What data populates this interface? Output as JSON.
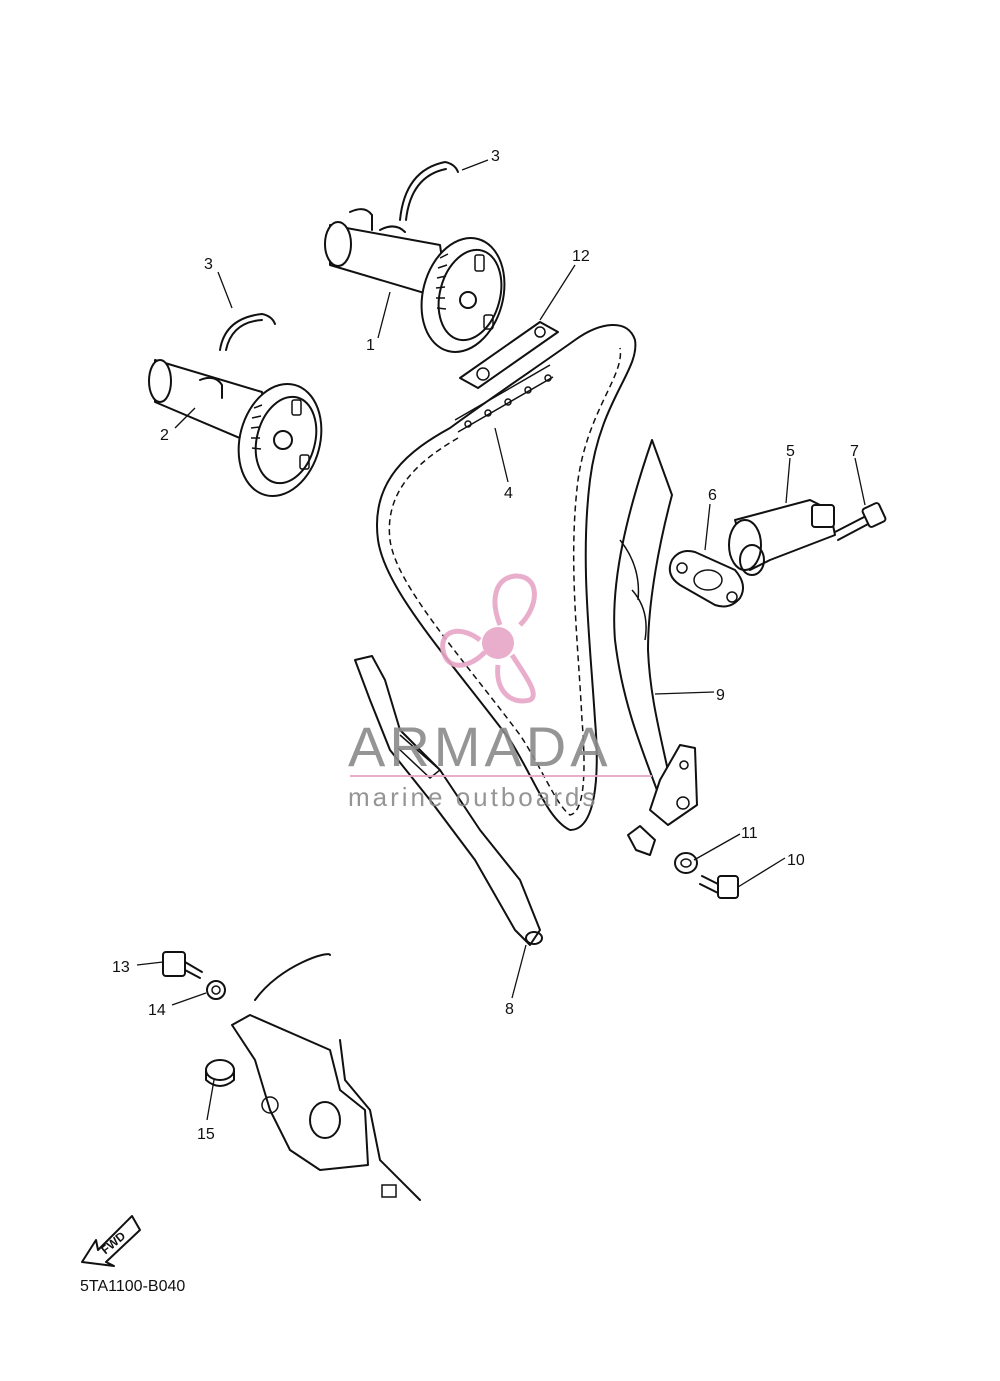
{
  "diagram_code": "5TA1100-B040",
  "callouts": [
    "1",
    "2",
    "3",
    "3",
    "4",
    "5",
    "6",
    "7",
    "8",
    "9",
    "10",
    "11",
    "12",
    "13",
    "14",
    "15"
  ],
  "fwd_label": "FWD",
  "watermark": {
    "brand": "ARMADA",
    "tagline": "marine outboards",
    "color": "#e8a6c8"
  }
}
